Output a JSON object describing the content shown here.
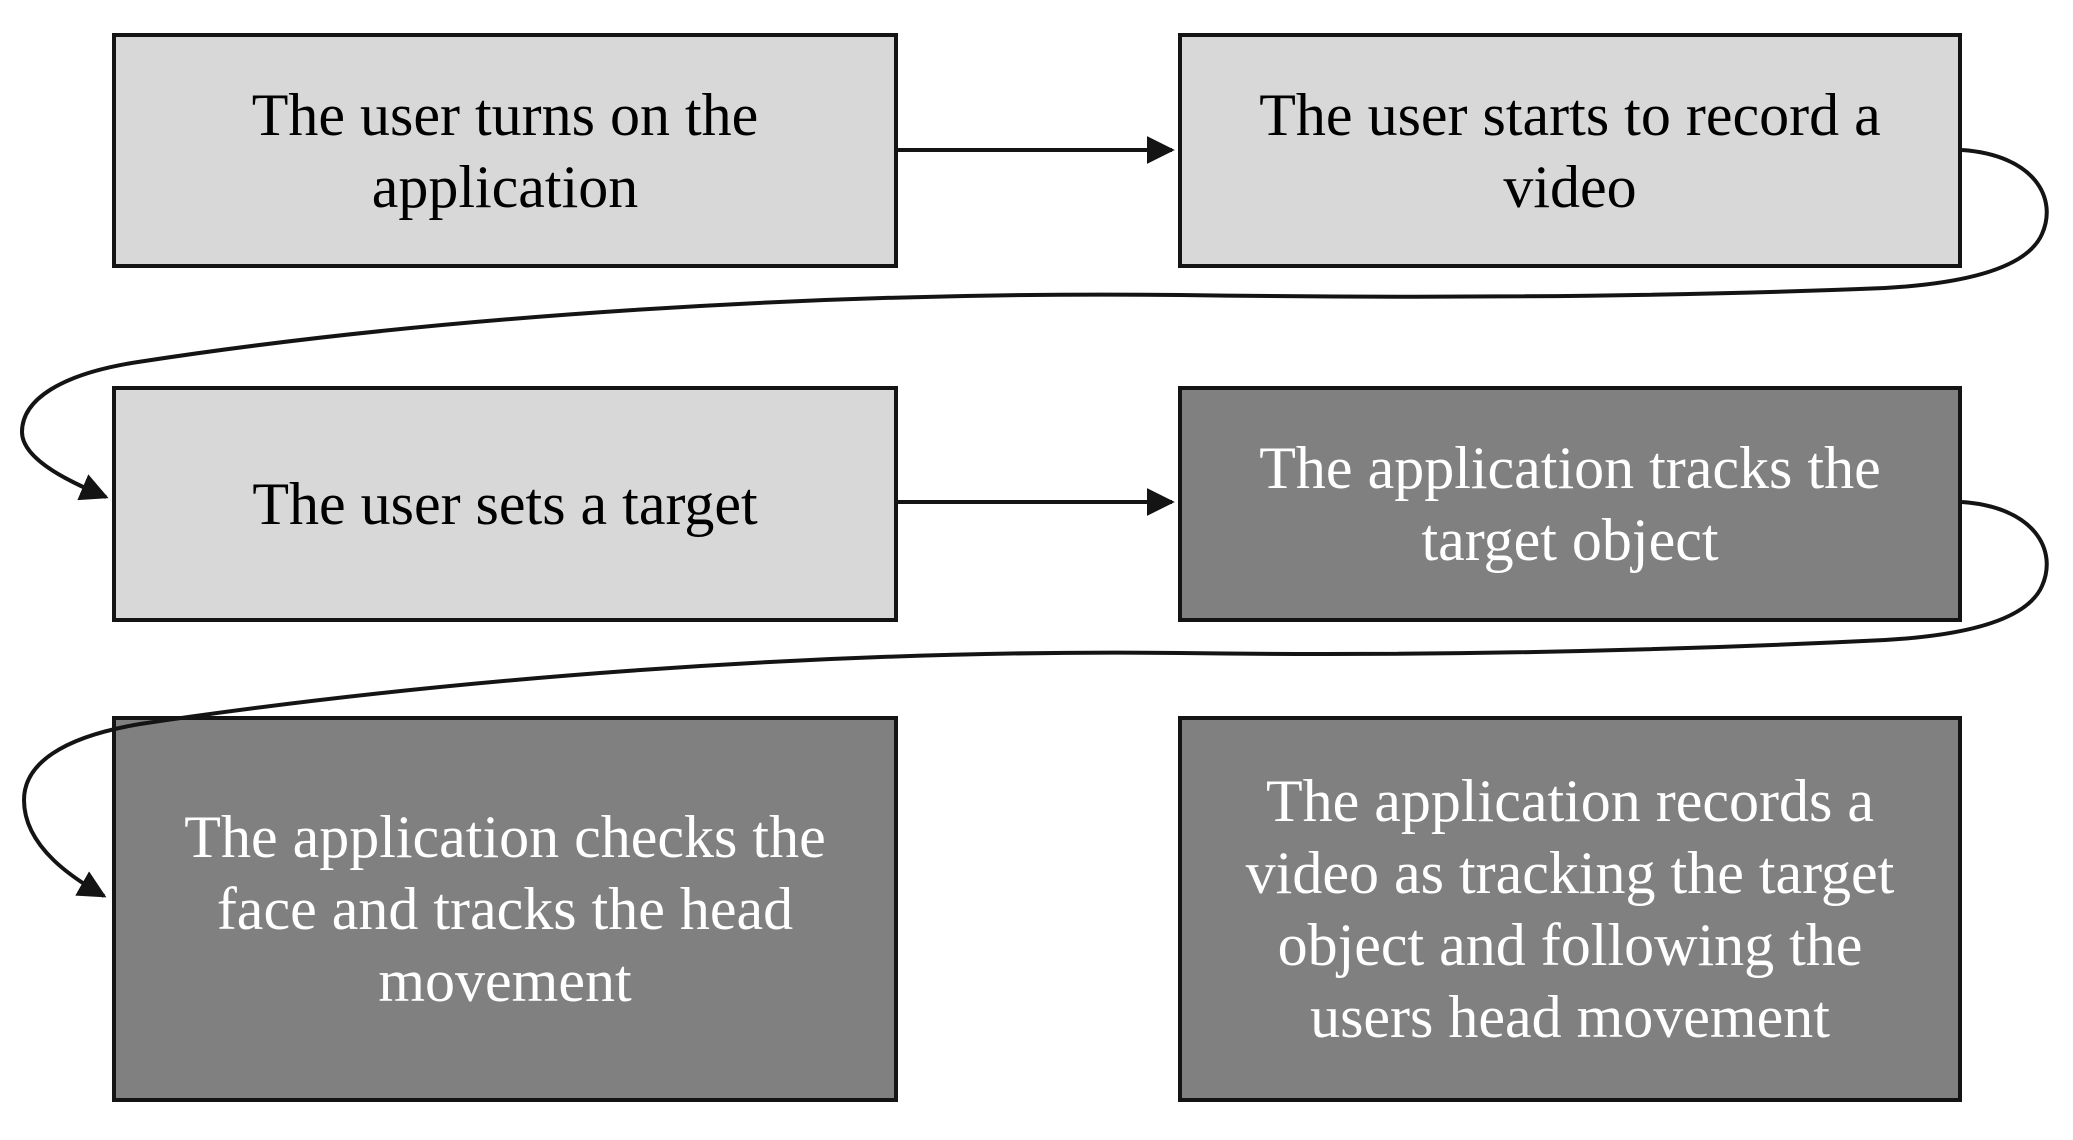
{
  "diagram": {
    "nodes": [
      {
        "id": "turn-on-application",
        "variant": "light",
        "text": "The user turns on the\napplication"
      },
      {
        "id": "start-record-video",
        "variant": "light",
        "text": "The user starts to record a\nvideo"
      },
      {
        "id": "set-target",
        "variant": "light",
        "text": "The user sets a target"
      },
      {
        "id": "track-target-object",
        "variant": "dark",
        "text": "The application tracks the\ntarget object"
      },
      {
        "id": "check-face-track-head",
        "variant": "dark",
        "text": "The application checks the\nface and tracks the head\nmovement"
      },
      {
        "id": "record-video-tracking",
        "variant": "dark",
        "text": "The application records a\nvideo as tracking the target\nobject and following the\nusers head movement"
      }
    ],
    "edges": [
      {
        "from": "turn-on-application",
        "to": "start-record-video",
        "shape": "straight-arrow"
      },
      {
        "from": "start-record-video",
        "to": "set-target",
        "shape": "curved-loop-arrow"
      },
      {
        "from": "set-target",
        "to": "track-target-object",
        "shape": "straight-arrow"
      },
      {
        "from": "track-target-object",
        "to": "check-face-track-head",
        "shape": "curved-loop-arrow"
      }
    ],
    "colors": {
      "box-light": "#d8d8d8",
      "box-dark": "#808080",
      "line": "#141414",
      "text-on-light": "#000000",
      "text-on-dark": "#ffffff",
      "background": "#ffffff"
    }
  }
}
